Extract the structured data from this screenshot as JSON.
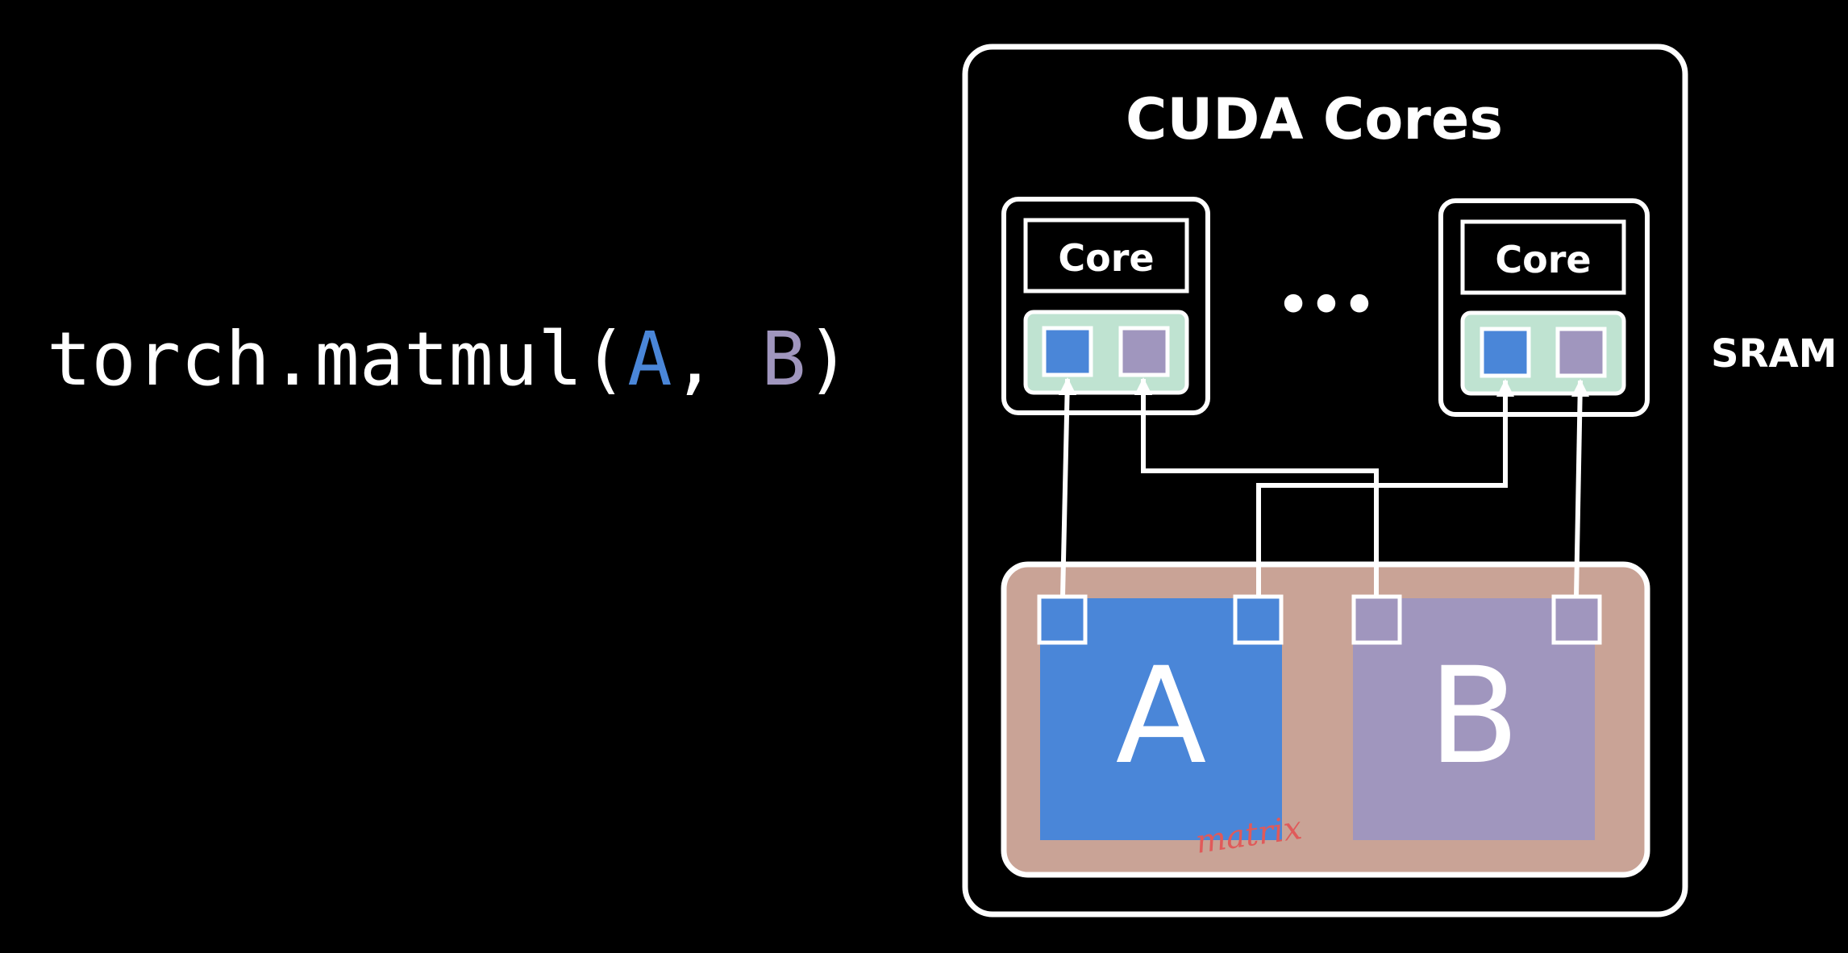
{
  "code": {
    "func": "torch.matmul(",
    "arg_a": "A",
    "sep": ", ",
    "arg_b": "B",
    "close": ")"
  },
  "diagram": {
    "title": "CUDA Cores",
    "core_left_label": "Core",
    "core_right_label": "Core",
    "ellipsis": "•••",
    "sram_label": "SRAM",
    "matrix_a_label": "A",
    "matrix_b_label": "B",
    "handwritten_note": "matrix"
  },
  "colors": {
    "background": "#000000",
    "matrix_a": "#4a86d8",
    "matrix_b": "#a096be",
    "sram_fill": "#bfe3d1",
    "memory_fill": "#c9a396",
    "outline": "#ffffff",
    "note": "#e05a5a"
  }
}
